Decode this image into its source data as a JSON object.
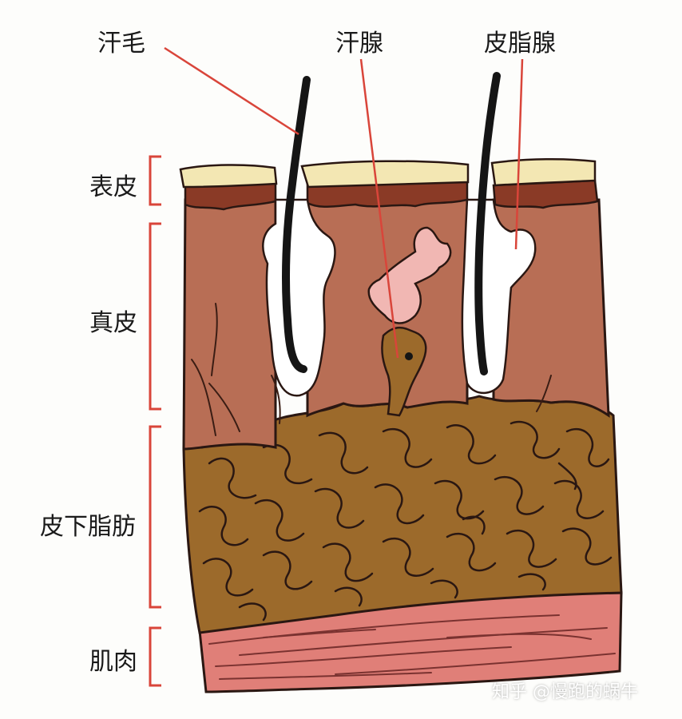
{
  "labels": {
    "sweat_hair": "汗毛",
    "sweat_gland": "汗腺",
    "sebaceous_gland": "皮脂腺",
    "epidermis": "表皮",
    "dermis": "真皮",
    "subcutaneous_fat": "皮下脂肪",
    "muscle": "肌肉"
  },
  "watermark": "知乎 @慢跑的蜗牛",
  "colors": {
    "leader_line": "#d9453a",
    "bracket": "#d9453a",
    "stratum_corneum": "#f3e7b3",
    "epidermis_dark": "#8a3a26",
    "dermis": "#b86e55",
    "fat": "#9c6a2b",
    "muscle": "#e07f78",
    "hair": "#151515",
    "gland": "#f1b7b3"
  }
}
